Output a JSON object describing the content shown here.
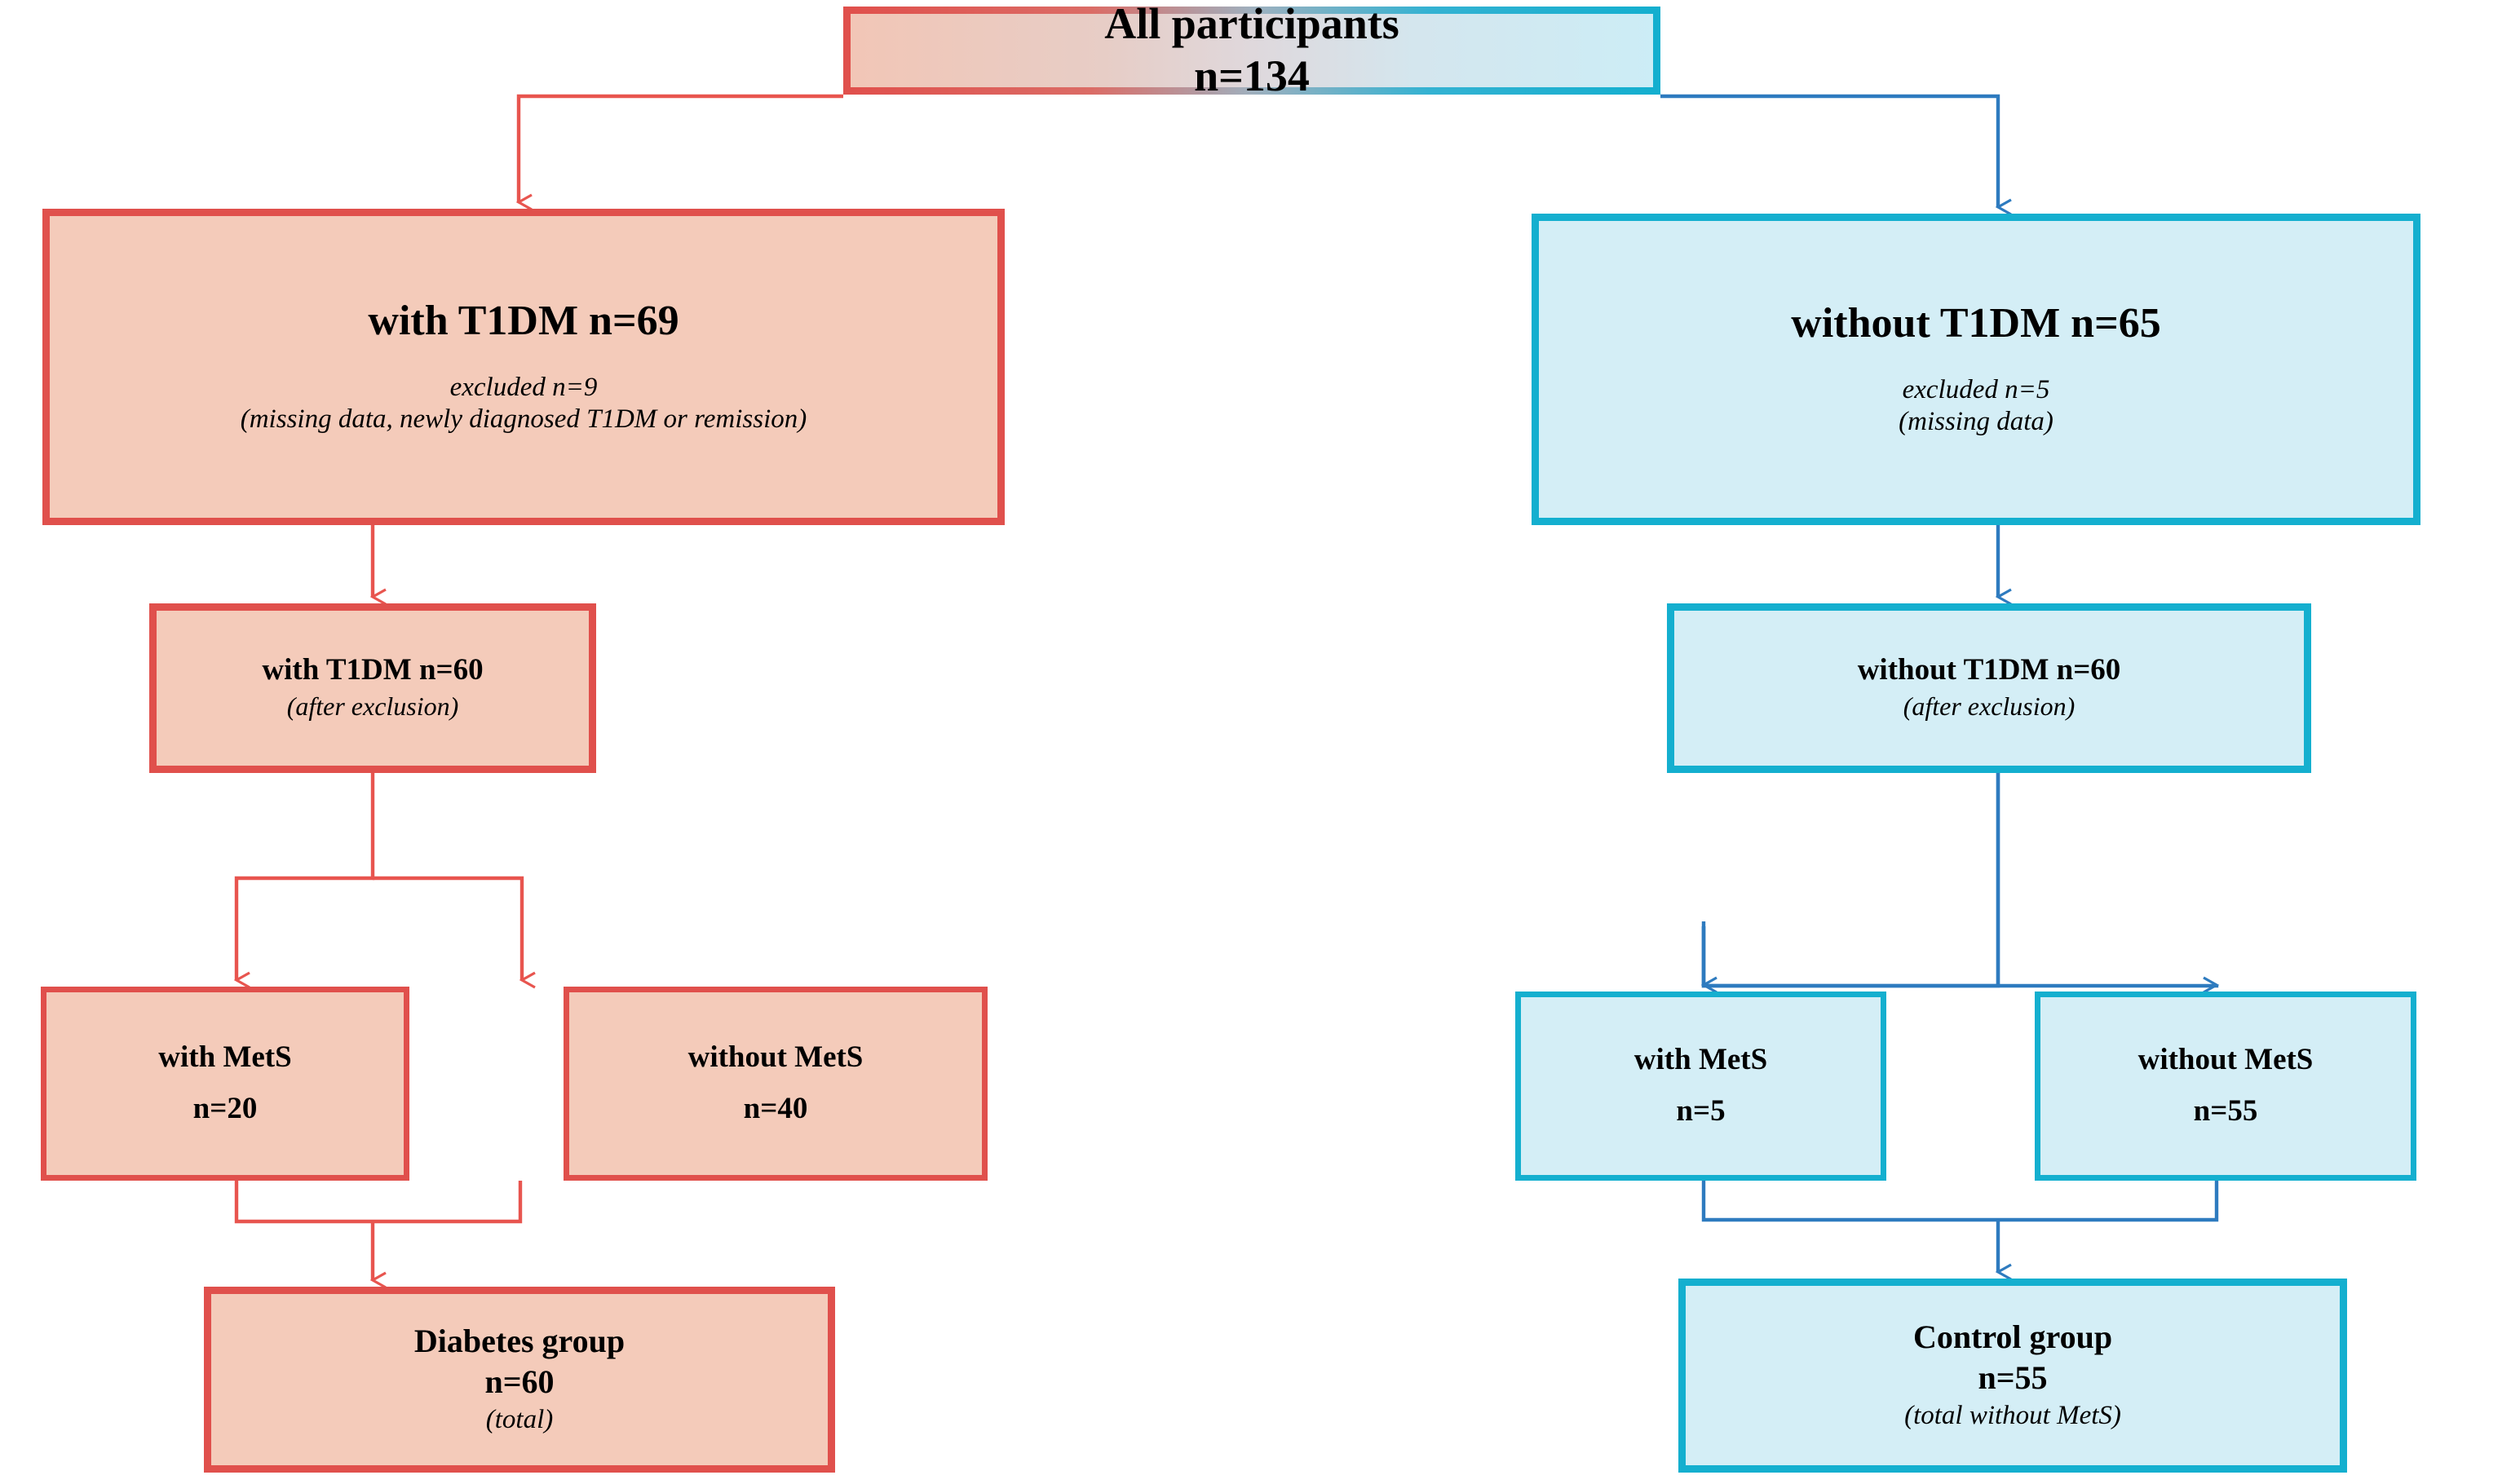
{
  "figure": {
    "type": "flowchart",
    "orientation": "top-down",
    "colors": {
      "red_border": "#E0504C",
      "red_fill": "#F4CBBA",
      "cyan_border": "#14AFCF",
      "cyan_fill": "#D4EEF6",
      "red_connector": "#E8554F",
      "blue_connector": "#2E7BBF",
      "text": "#000000"
    }
  },
  "nodes": {
    "root": {
      "title": "All participants",
      "n": "n=134"
    },
    "left_l1": {
      "title": "with T1DM  n=69",
      "sub1": "excluded n=9",
      "sub2": "(missing data, newly diagnosed T1DM or remission)"
    },
    "right_l1": {
      "title": "without T1DM  n=65",
      "sub1": "excluded n=5",
      "sub2": "(missing data)"
    },
    "left_l2": {
      "title": "with T1DM  n=60",
      "sub": "(after exclusion)"
    },
    "right_l2": {
      "title": "without T1DM  n=60",
      "sub": "(after exclusion)"
    },
    "left_mets_yes": {
      "title": "with MetS",
      "n": "n=20"
    },
    "left_mets_no": {
      "title": "without MetS",
      "n": "n=40"
    },
    "right_mets_yes": {
      "title": "with MetS",
      "n": "n=5"
    },
    "right_mets_no": {
      "title": "without MetS",
      "n": "n=55"
    },
    "left_final": {
      "title": "Diabetes group",
      "n": "n=60",
      "sub": "(total)"
    },
    "right_final": {
      "title": "Control group",
      "n": "n=55",
      "sub": "(total without MetS)"
    }
  },
  "edges": [
    {
      "from": "root",
      "to": "left_l1",
      "style": "elbow-left",
      "arrow": "down"
    },
    {
      "from": "root",
      "to": "right_l1",
      "style": "elbow-right",
      "arrow": "down"
    },
    {
      "from": "left_l1",
      "to": "left_l2",
      "style": "straight",
      "arrow": "down"
    },
    {
      "from": "right_l1",
      "to": "right_l2",
      "style": "straight",
      "arrow": "down"
    },
    {
      "from": "left_l2",
      "to": "left_mets_yes",
      "style": "split",
      "arrow": "down"
    },
    {
      "from": "left_l2",
      "to": "left_mets_no",
      "style": "split",
      "arrow": "down"
    },
    {
      "from": "right_l2",
      "to": "right_mets_yes",
      "style": "split",
      "arrow": "down"
    },
    {
      "from": "right_l2",
      "to": "right_mets_no",
      "style": "split",
      "arrow": "down"
    },
    {
      "from": "left_mets_yes",
      "to": "left_final",
      "style": "merge",
      "arrow": "down"
    },
    {
      "from": "left_mets_no",
      "to": "left_final",
      "style": "merge",
      "arrow": "down"
    },
    {
      "from": "right_mets_yes",
      "to": "right_final",
      "style": "merge",
      "arrow": "down"
    },
    {
      "from": "right_mets_no",
      "to": "right_final",
      "style": "merge",
      "arrow": "down"
    }
  ]
}
